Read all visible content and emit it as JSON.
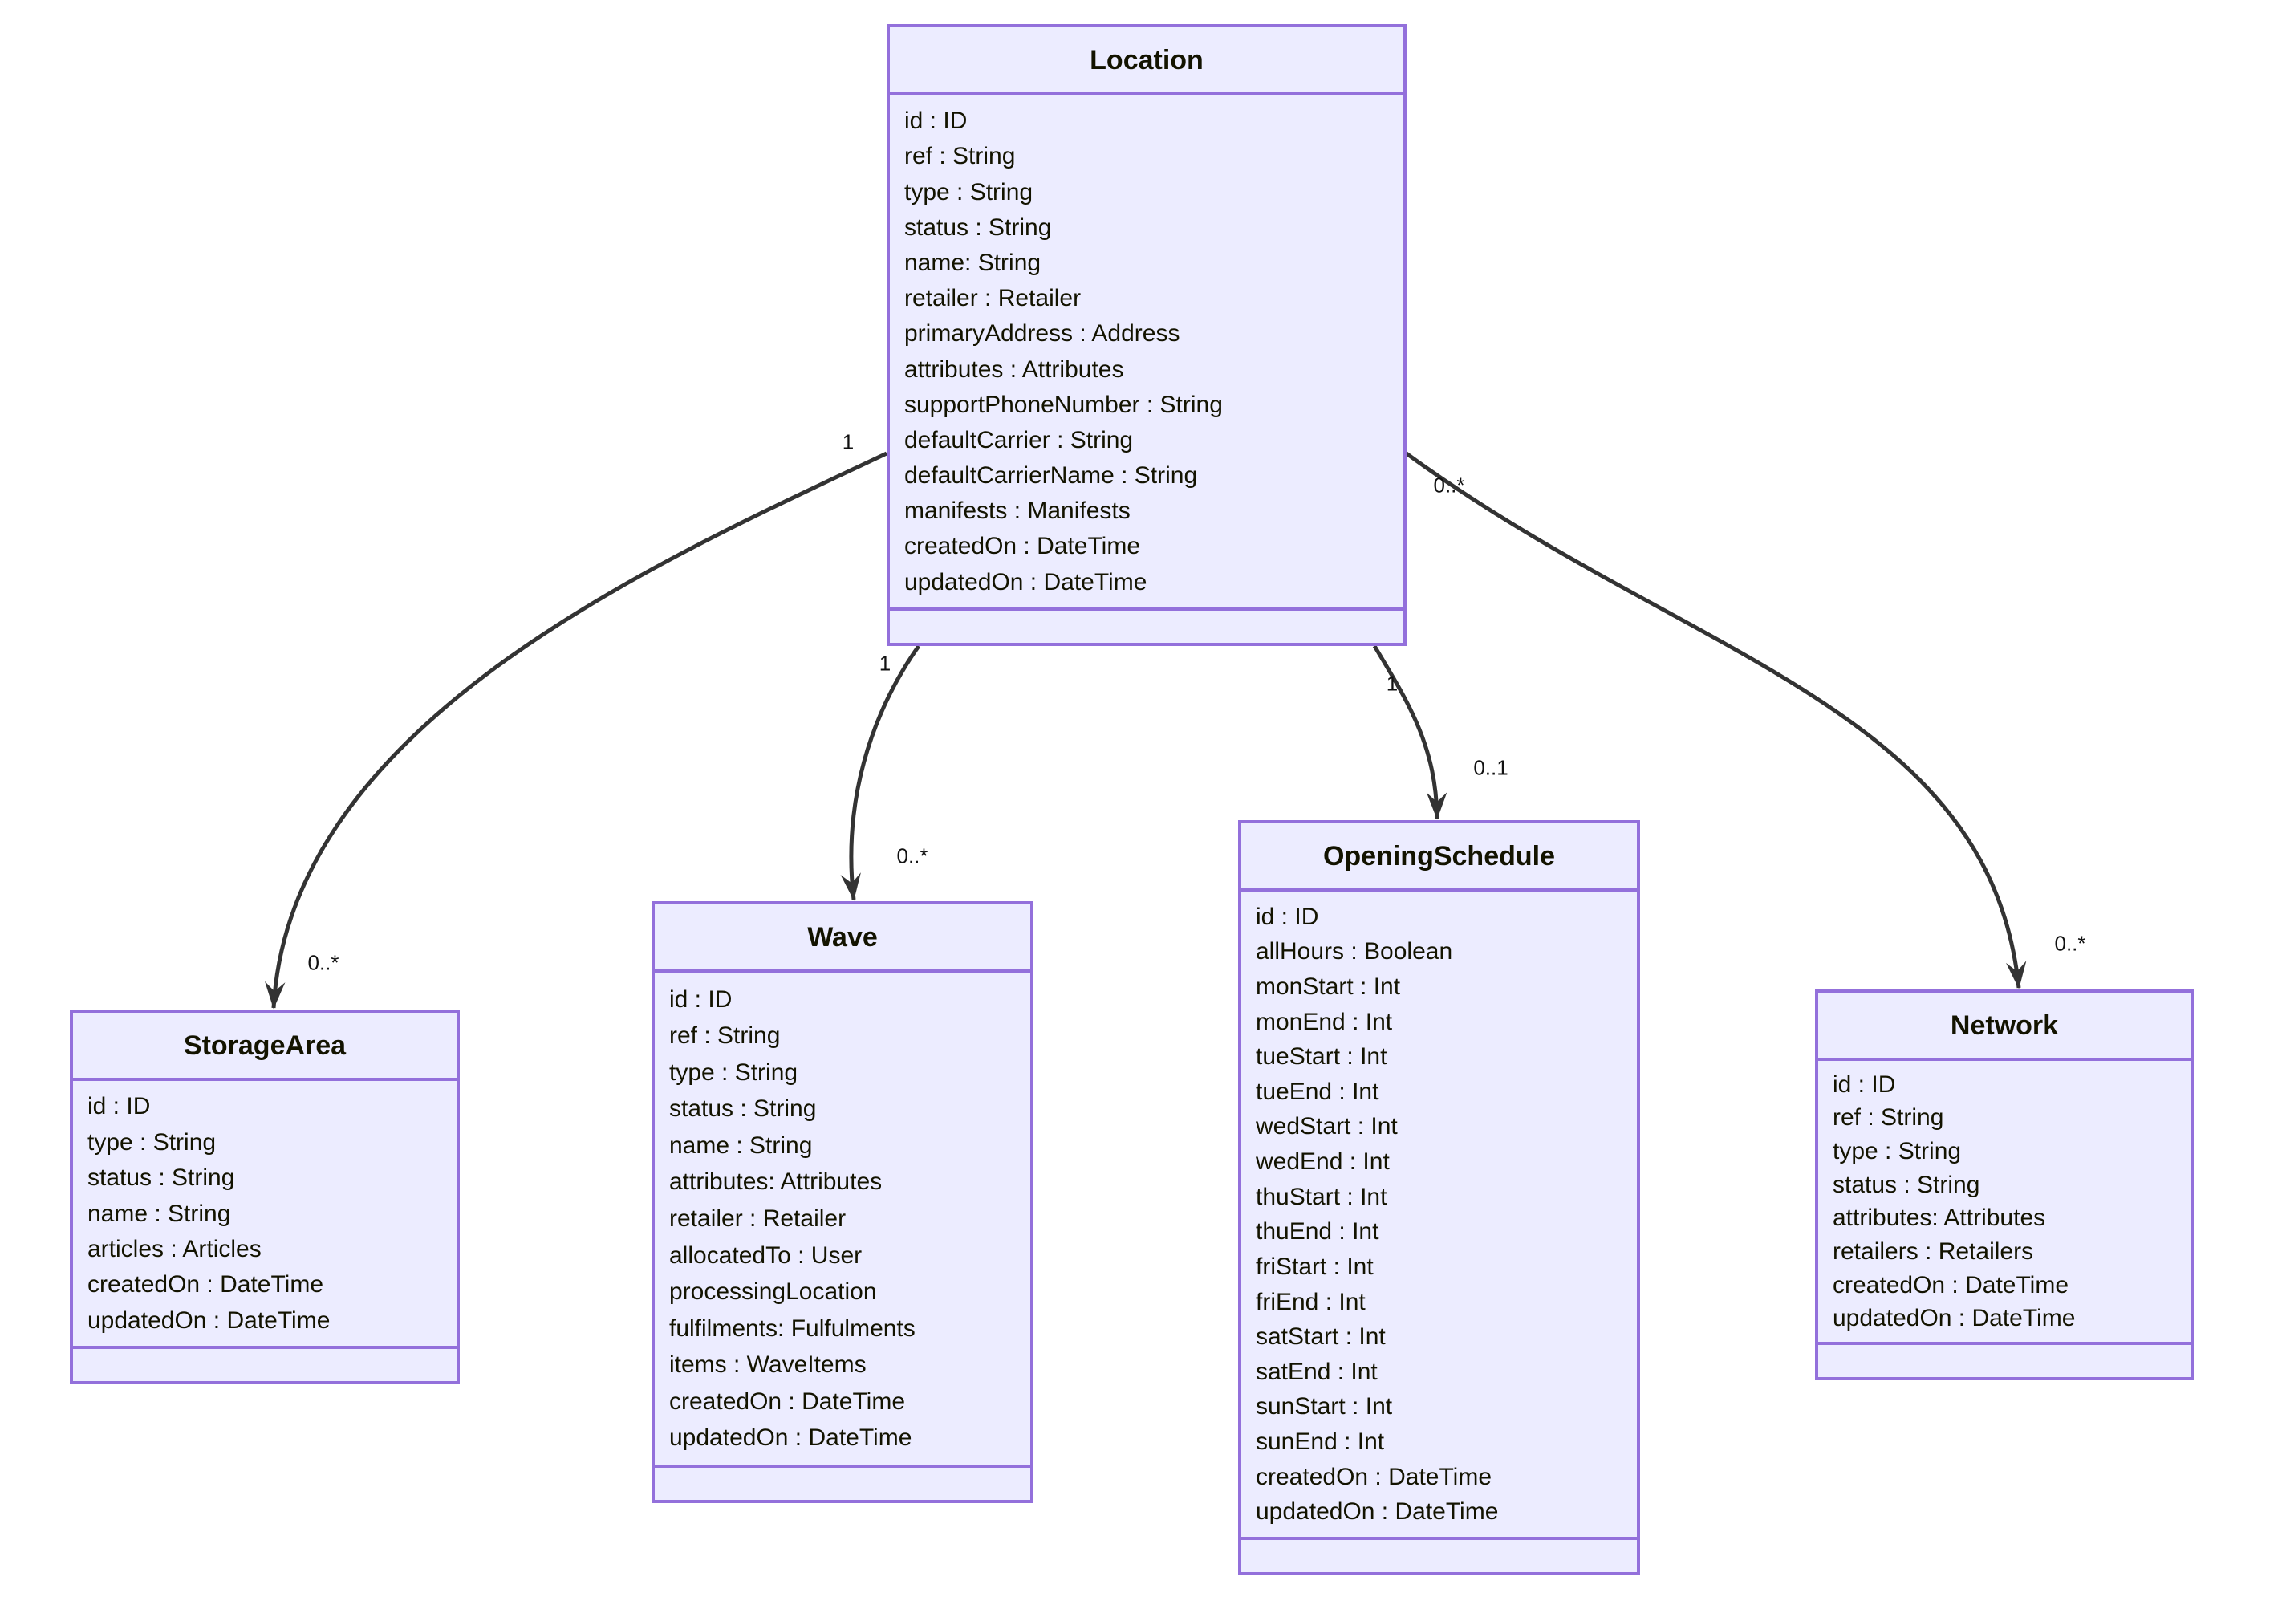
{
  "diagram": {
    "type": "uml-class-diagram",
    "classes": [
      {
        "name": "Location",
        "attributes": [
          "id : ID",
          "ref : String",
          "type : String",
          "status : String",
          "name: String",
          "retailer : Retailer",
          "primaryAddress : Address",
          "attributes : Attributes",
          "supportPhoneNumber : String",
          "defaultCarrier : String",
          "defaultCarrierName : String",
          "manifests : Manifests",
          "createdOn : DateTime",
          "updatedOn : DateTime"
        ]
      },
      {
        "name": "StorageArea",
        "attributes": [
          "id : ID",
          "type : String",
          "status : String",
          "name : String",
          "articles : Articles",
          "createdOn : DateTime",
          "updatedOn : DateTime"
        ]
      },
      {
        "name": "Wave",
        "attributes": [
          "id : ID",
          "ref : String",
          "type : String",
          "status : String",
          "name : String",
          "attributes: Attributes",
          "retailer : Retailer",
          "allocatedTo : User",
          "processingLocation",
          "fulfilments: Fulfulments",
          "items : WaveItems",
          "createdOn : DateTime",
          "updatedOn : DateTime"
        ]
      },
      {
        "name": "OpeningSchedule",
        "attributes": [
          "id : ID",
          "allHours : Boolean",
          "monStart : Int",
          "monEnd : Int",
          "tueStart : Int",
          "tueEnd : Int",
          "wedStart : Int",
          "wedEnd : Int",
          "thuStart : Int",
          "thuEnd : Int",
          "friStart : Int",
          "friEnd : Int",
          "satStart : Int",
          "satEnd : Int",
          "sunStart : Int",
          "sunEnd : Int",
          "createdOn : DateTime",
          "updatedOn : DateTime"
        ]
      },
      {
        "name": "Network",
        "attributes": [
          "id : ID",
          "ref : String",
          "type : String",
          "status : String",
          "attributes: Attributes",
          "retailers : Retailers",
          "createdOn : DateTime",
          "updatedOn : DateTime"
        ]
      }
    ],
    "associations": [
      {
        "from": "Location",
        "to": "StorageArea",
        "source_multiplicity": "1",
        "target_multiplicity": "0..*"
      },
      {
        "from": "Location",
        "to": "Wave",
        "source_multiplicity": "1",
        "target_multiplicity": "0..*"
      },
      {
        "from": "Location",
        "to": "OpeningSchedule",
        "source_multiplicity": "1",
        "target_multiplicity": "0..1"
      },
      {
        "from": "Location",
        "to": "Network",
        "source_multiplicity": "0..*",
        "target_multiplicity": "0..*"
      }
    ],
    "colors": {
      "class_fill": "#ECECFF",
      "class_border": "#9370DB",
      "edge": "#333333",
      "text": "#131300",
      "background": "#FFFFFF"
    }
  }
}
